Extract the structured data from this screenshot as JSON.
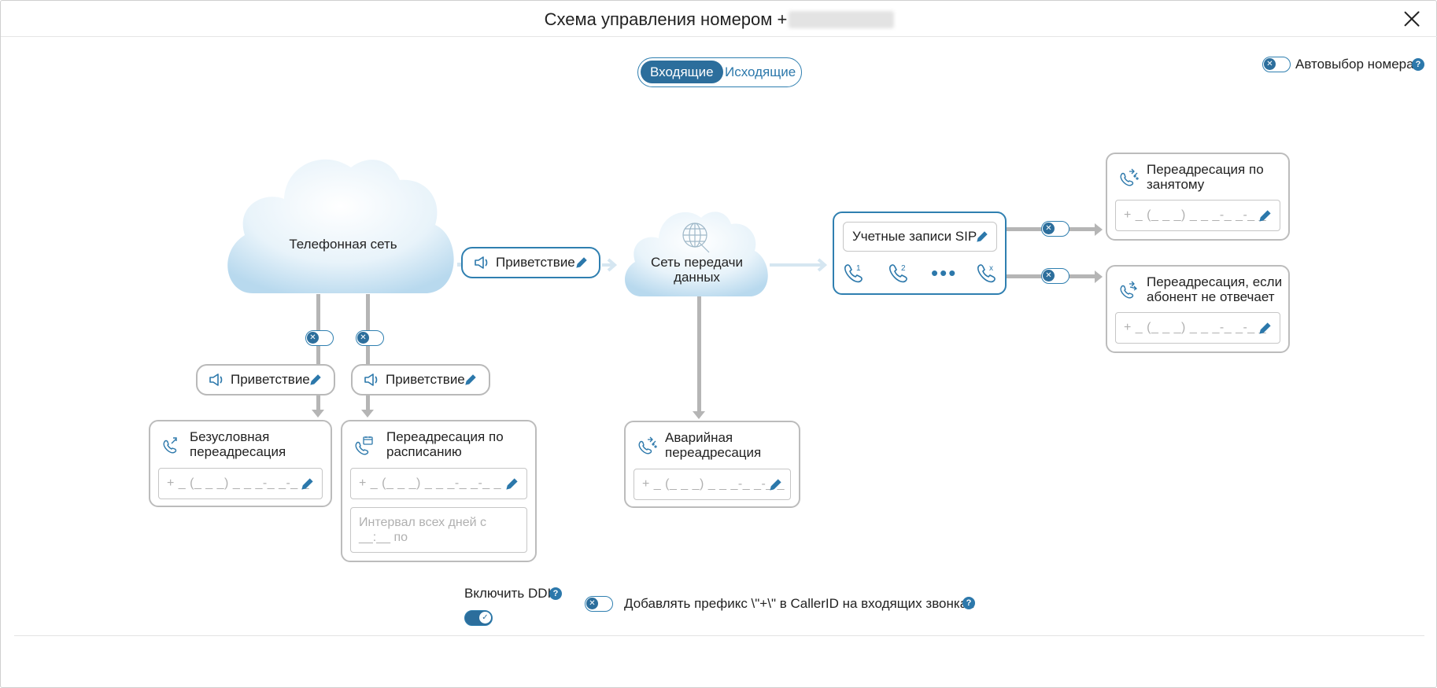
{
  "dialog": {
    "title": "Схема управления номером +",
    "close_icon": "close-icon"
  },
  "direction_tabs": {
    "incoming": "Входящие",
    "outgoing": "Исходящие",
    "active": "incoming"
  },
  "auto_select": {
    "label": "Автовыбор номера",
    "enabled": false,
    "help": "?"
  },
  "diagram": {
    "phone_network_label": "Телефонная сеть",
    "data_network_label": "Сеть передачи данных",
    "main_greeting": "Приветствие",
    "left_greeting": "Приветствие",
    "right_greeting": "Приветствие",
    "left_toggle_enabled": false,
    "right_toggle_enabled": false,
    "busy_toggle_enabled": false,
    "noanswer_toggle_enabled": false
  },
  "sip": {
    "button_label": "Учетные записи SIP",
    "lines": [
      "1",
      "2",
      "x"
    ],
    "more": "•••"
  },
  "cards": {
    "unconditional": {
      "title": "Безусловная переадресация",
      "placeholder": "+ _ (_ _ _) _ _ _-_ _-_ _"
    },
    "schedule": {
      "title": "Переадресация по расписанию",
      "placeholder": "+ _ (_ _ _) _ _ _-_ _-_ _",
      "interval_placeholder": "Интервал всех дней с __:__ по"
    },
    "emergency": {
      "title": "Аварийная переадресация",
      "placeholder": "+ _ (_ _ _) _ _ _-_ _-_ _"
    },
    "busy": {
      "title": "Переадресация по занятому",
      "placeholder": "+ _ (_ _ _) _ _ _-_ _-_ _"
    },
    "no_answer": {
      "title": "Переадресация, если абонент не отвечает",
      "placeholder": "+ _ (_ _ _) _ _ _-_ _-_ _"
    }
  },
  "footer": {
    "ddi_label": "Включить DDI",
    "ddi_enabled": true,
    "prefix_label": "Добавлять префикс \\\"+\\\" в CallerID на входящих звонках",
    "prefix_enabled": false,
    "help": "?"
  },
  "colors": {
    "accent": "#2c6e9c",
    "link": "#2c78ab",
    "connector": "#b5b5b5",
    "card_border": "#bcbcbc"
  }
}
